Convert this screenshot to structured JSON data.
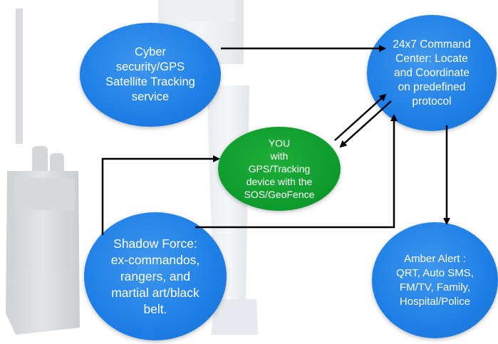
{
  "diagram": {
    "nodes": [
      {
        "id": "cyber",
        "label": "Cyber\nsecurity/GPS\nSatellite Tracking\nservice",
        "color": "#1e7fe6"
      },
      {
        "id": "command",
        "label": "24x7 Command\nCenter: Locate\nand Coordinate\non predefined\nprotocol",
        "color": "#1e7fe6"
      },
      {
        "id": "you",
        "label": "YOU\nwith\nGPS/Tracking\ndevice with the\nSOS/GeoFence",
        "color": "#0c9a2c"
      },
      {
        "id": "shadow",
        "label": "Shadow Force:\nex-commandos,\nrangers, and\nmartial art/black\nbelt.",
        "color": "#1e7fe6"
      },
      {
        "id": "amber",
        "label": "Amber Alert :\nQRT, Auto SMS,\nFM/TV, Family,\nHospital/Police",
        "color": "#1e7fe6"
      }
    ],
    "edges": [
      {
        "from": "cyber",
        "to": "command"
      },
      {
        "from": "you",
        "to": "command"
      },
      {
        "from": "command",
        "to": "you"
      },
      {
        "from": "command",
        "to": "amber"
      },
      {
        "from": "shadow",
        "to": "you"
      },
      {
        "from": "shadow",
        "to": "command"
      }
    ]
  }
}
